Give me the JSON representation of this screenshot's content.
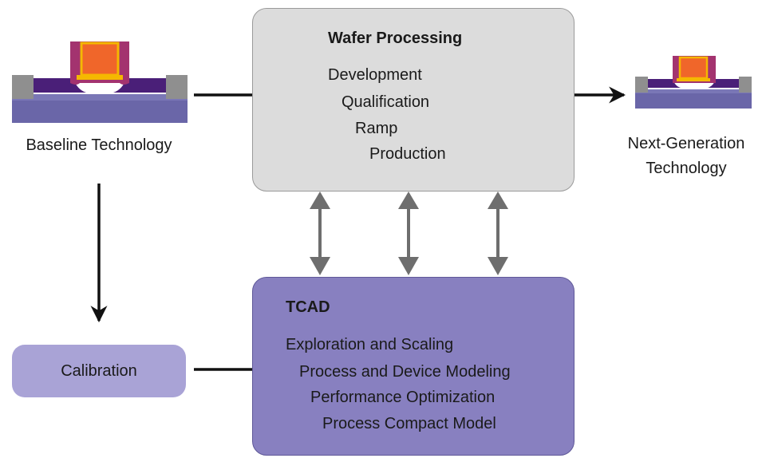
{
  "wafer_processing": {
    "title": "Wafer Processing",
    "steps": [
      "Development",
      "Qualification",
      "Ramp",
      "Production"
    ]
  },
  "tcad": {
    "title": "TCAD",
    "steps": [
      "Exploration and Scaling",
      "Process and Device Modeling",
      "Performance Optimization",
      "Process Compact Model"
    ]
  },
  "calibration": {
    "label": "Calibration"
  },
  "baseline": {
    "label": "Baseline Technology"
  },
  "next_generation": {
    "line1": "Next-Generation",
    "line2": "Technology"
  },
  "colors": {
    "wafer_box_fill": "#dcdcdc",
    "tcad_box_fill": "#8880c0",
    "calibration_fill": "#a9a3d6",
    "arrow_black": "#111111",
    "arrow_gray": "#6e6e6e",
    "substrate": "#5f5a9c",
    "gate_orange": "#f0662a",
    "gate_outline": "#f5b800",
    "spacer_magenta": "#a3336f",
    "isolation_gray": "#8f8f8f"
  }
}
